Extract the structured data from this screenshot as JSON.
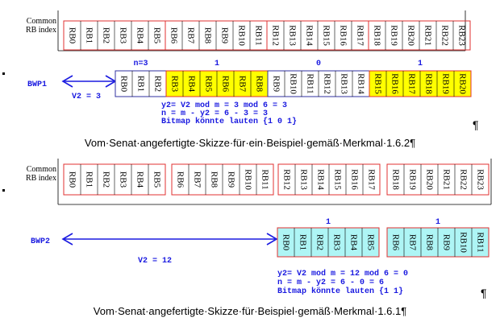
{
  "figure1": {
    "common_label": [
      "Common",
      "RB index"
    ],
    "common_groups": [
      [
        "RB0",
        "RB1",
        "RB2",
        "RB3",
        "RB4",
        "RB5"
      ],
      [
        "RB6",
        "RB7",
        "RB8",
        "RB9",
        "RB10",
        "RB11"
      ],
      [
        "RB12",
        "RB13",
        "RB14",
        "RB15",
        "RB16",
        "RB17"
      ],
      [
        "RB18",
        "RB19",
        "RB20",
        "RB21",
        "RB22",
        "RB23"
      ]
    ],
    "bwp_label": "BWP1",
    "v2_label": "V2 = 3",
    "bwp_groups": [
      {
        "header": "n=3",
        "cells": [
          "RB0",
          "RB1",
          "RB2"
        ],
        "highlight": false
      },
      {
        "header": "1",
        "cells": [
          "RB3",
          "RB4",
          "RB5",
          "RB6",
          "RB7",
          "RB8"
        ],
        "highlight": true
      },
      {
        "header": "0",
        "cells": [
          "RB9",
          "RB10",
          "RB11",
          "RB12",
          "RB13",
          "RB14"
        ],
        "highlight": false
      },
      {
        "header": "1",
        "cells": [
          "RB15",
          "RB16",
          "RB17",
          "RB18",
          "RB19",
          "RB20"
        ],
        "highlight": true
      }
    ],
    "formula_lines": [
      "y2= V2 mod m = 3 mod 6 = 3",
      "n = m - y2 = 6 - 3 = 3",
      "Bitmap könnte lauten {1 0 1}"
    ],
    "caption": "Vom·Senat·angefertigte·Skizze·für·ein·Beispiel·gemäß·Merkmal·1.6.2¶"
  },
  "figure2": {
    "common_label": [
      "Common",
      "RB index"
    ],
    "common_groups": [
      [
        "RB0",
        "RB1",
        "RB2",
        "RB3",
        "RB4",
        "RB5"
      ],
      [
        "RB6",
        "RB7",
        "RB8",
        "RB9",
        "RB10",
        "RB11"
      ],
      [
        "RB12",
        "RB13",
        "RB14",
        "RB15",
        "RB16",
        "RB17"
      ],
      [
        "RB18",
        "RB19",
        "RB20",
        "RB21",
        "RB22",
        "RB23"
      ]
    ],
    "bwp_label": "BWP2",
    "v2_label": "V2 = 12",
    "bwp_groups": [
      {
        "header": "1",
        "cells": [
          "RB0",
          "RB1",
          "RB2",
          "RB3",
          "RB4",
          "RB5"
        ],
        "highlight": true
      },
      {
        "header": "1",
        "cells": [
          "RB6",
          "RB7",
          "RB8",
          "RB9",
          "RB10",
          "RB11"
        ],
        "highlight": true
      }
    ],
    "formula_lines": [
      "y2= V2 mod m = 12 mod 6 = 0",
      "n = m - y2 = 6 - 0 = 6",
      "Bitmap könnte lauten {1 1}"
    ],
    "caption": "Vom·Senat·angefertigte·Skizze·für·Beispiel·gemäß·Merkmal·1.6.1¶"
  },
  "pilcrow": "¶",
  "colors": {
    "group_border": "#e03030",
    "bwp1_border": "#3030a0",
    "annotation_blue": "#1a1ae0",
    "yellow": "#ffff00",
    "cyan": "#aef5f5",
    "ink": "#000000"
  }
}
